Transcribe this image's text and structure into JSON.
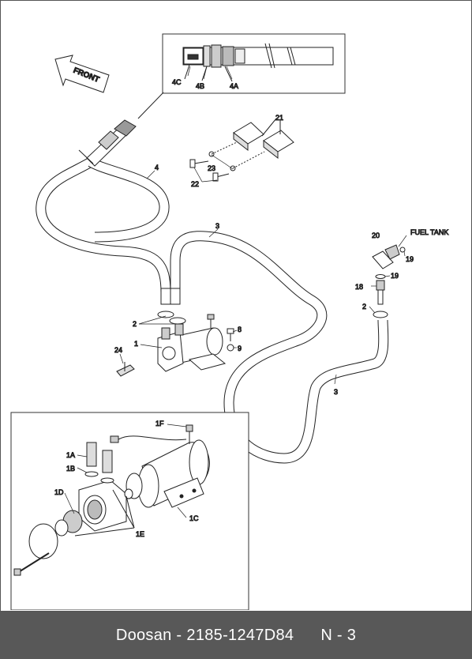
{
  "footer": {
    "brand": "Doosan -",
    "part_number": "2185-1247D84",
    "page": "N - 3"
  },
  "annotations": {
    "front": "FRONT",
    "fuel_tank": "FUEL TANK"
  },
  "callouts": {
    "c4C": "4C",
    "c4B": "4B",
    "c4A": "4A",
    "c21": "21",
    "c4": "4",
    "c23": "23",
    "c22": "22",
    "c3_top": "3",
    "c20": "20",
    "c19_a": "19",
    "c19_b": "19",
    "c18": "18",
    "c2_right": "2",
    "c8": "8",
    "c9": "9",
    "c2_left": "2",
    "c1": "1",
    "c24": "24",
    "c3_bottom": "3",
    "c1F": "1F",
    "c1A": "1A",
    "c1B": "1B",
    "c1D": "1D",
    "c1C": "1C",
    "c1E": "1E"
  }
}
